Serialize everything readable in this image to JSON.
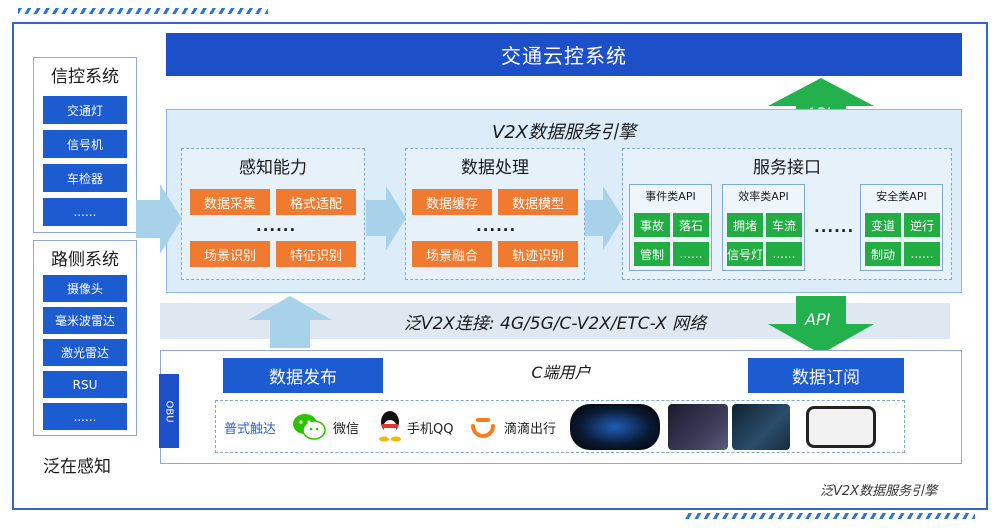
{
  "cloud": {
    "title": "交通云控系统"
  },
  "engine": {
    "title": "V2X数据服务引擎"
  },
  "perception": {
    "title": "感知能力",
    "items": [
      "数据采集",
      "格式适配",
      "场景识别",
      "特征识别"
    ],
    "ellipsis": "......"
  },
  "processing": {
    "title": "数据处理",
    "items": [
      "数据缓存",
      "数据模型",
      "场景融合",
      "轨迹识别"
    ],
    "ellipsis": "......"
  },
  "service": {
    "title": "服务接口",
    "ellipsis": "......",
    "groups": [
      {
        "title": "事件类API",
        "items": [
          "事故",
          "落石",
          "管制",
          "......"
        ]
      },
      {
        "title": "效率类API",
        "items": [
          "拥堵",
          "车流",
          "信号灯",
          "......"
        ]
      },
      {
        "title": "安全类API",
        "items": [
          "变道",
          "逆行",
          "制动",
          "......"
        ]
      }
    ]
  },
  "signal_system": {
    "title": "信控系统",
    "items": [
      "交通灯",
      "信号机",
      "车检器",
      "......"
    ]
  },
  "roadside_system": {
    "title": "路侧系统",
    "items": [
      "摄像头",
      "毫米波雷达",
      "激光雷达",
      "RSU",
      "......"
    ]
  },
  "pan_perception": "泛在感知",
  "api_label_up": "API",
  "api_label_down": "API",
  "connection": {
    "text": "泛V2X连接: 4G/5G/C-V2X/ETC-X 网络"
  },
  "cuser": {
    "title": "C端用户",
    "publish": "数据发布",
    "subscribe": "数据订阅",
    "obu": "OBU",
    "apps": {
      "puyi": "普式触达",
      "wechat": "微信",
      "qq": "手机QQ",
      "didi": "滴滴出行"
    }
  },
  "footer_caption": "泛V2X数据服务引擎",
  "colors": {
    "primary_blue": "#1c4fc8",
    "orange": "#f07a2f",
    "green": "#21ad41",
    "light_blue": "#dcecf8"
  }
}
